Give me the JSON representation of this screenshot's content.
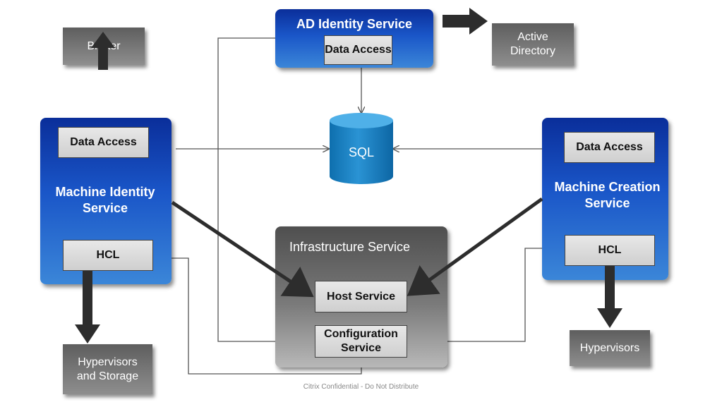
{
  "ad_identity": {
    "title": "AD Identity Service",
    "data_access": "Data Access"
  },
  "active_directory": "Active Directory",
  "broker": "Broker",
  "sql": "SQL",
  "machine_identity": {
    "data_access": "Data Access",
    "title": "Machine Identity Service",
    "hcl": "HCL"
  },
  "machine_creation": {
    "data_access": "Data Access",
    "title": "Machine Creation Service",
    "hcl": "HCL"
  },
  "infrastructure": {
    "title": "Infrastructure Service",
    "host": "Host Service",
    "config": "Configuration Service"
  },
  "hypervisors_storage": "Hypervisors and Storage",
  "hypervisors": "Hypervisors",
  "footer": "Citrix Confidential - Do Not Distribute"
}
